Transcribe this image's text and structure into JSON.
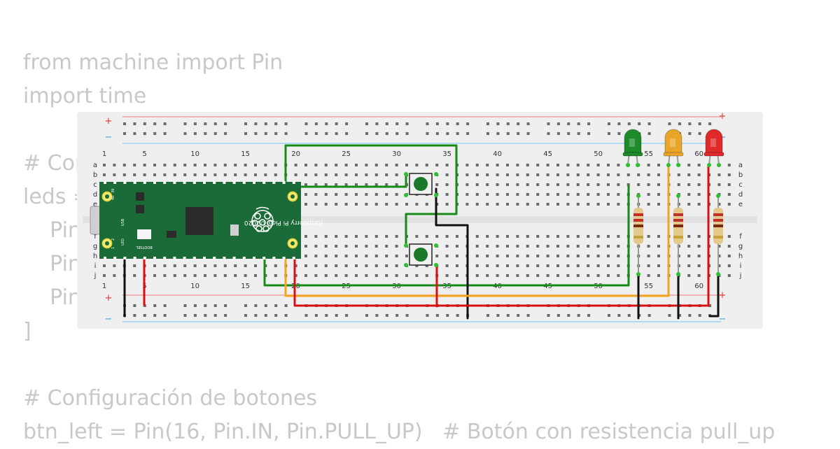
{
  "code_lines": [
    "from machine import Pin",
    "import time",
    "",
    "# Configuración de LEDs",
    "leds = [",
    "    Pin(",
    "    Pin(",
    "    Pin(",
    "]",
    "",
    "# Configuración de botones",
    "btn_left = Pin(16, Pin.IN, Pin.PULL_UP)   # Botón con resistencia pull_up"
  ],
  "breadboard": {
    "column_numbers": [
      "1",
      "5",
      "10",
      "15",
      "20",
      "25",
      "30",
      "35",
      "40",
      "45",
      "50",
      "55",
      "60"
    ],
    "row_letters_top": [
      "a",
      "b",
      "c",
      "d",
      "e"
    ],
    "row_letters_bottom": [
      "f",
      "g",
      "h",
      "i",
      "j"
    ],
    "rail_plus": "+",
    "rail_minus": "−"
  },
  "pico": {
    "label": "Raspberry Pi Pico ©2020",
    "usb_label": "USB",
    "bootsel_label": "BOOTSEL",
    "led_label": "LED",
    "pin_labels": [
      "1",
      "2",
      "39",
      "40"
    ]
  },
  "components": {
    "led_colors": {
      "green": "#1e8a2a",
      "yellow": "#e8a52a",
      "red": "#e02a2a"
    },
    "wire_colors": {
      "green": "#178a17",
      "red": "#d81010",
      "orange": "#f2a51c",
      "black": "#111111"
    },
    "button_color": "#1a7a2a",
    "board_color": "#1a6b37"
  }
}
